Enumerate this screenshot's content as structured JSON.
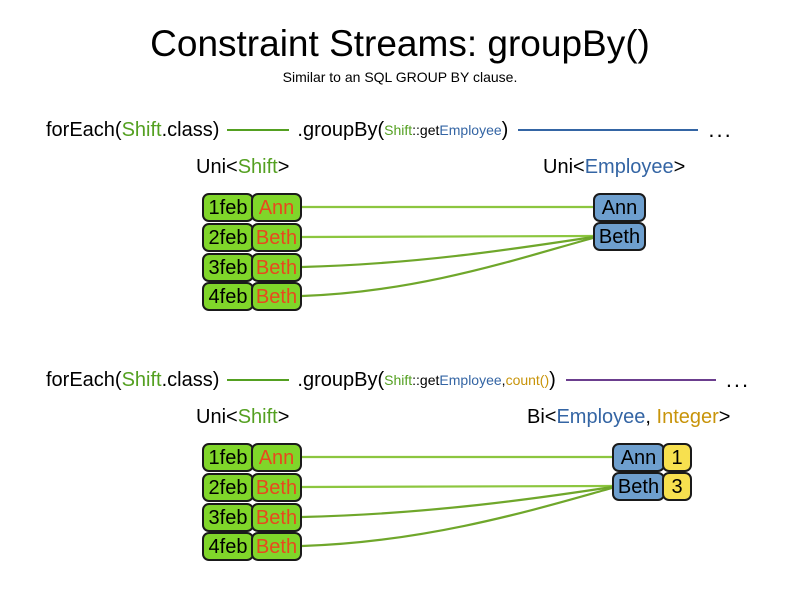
{
  "title": "Constraint Streams: groupBy()",
  "subtitle": "Similar to an SQL GROUP BY clause.",
  "colors": {
    "shift_green": "#54A021",
    "employee_blue": "#3465A4",
    "integer_gold": "#C8940A",
    "box_green": "#80D62A",
    "box_blue": "#6E9FCE",
    "box_yellow": "#F7E04F",
    "name_orange": "#E8491E",
    "link_green": "#6FA72B",
    "link_purple": "#6B3E8E"
  },
  "sections": [
    {
      "id": "groupby-single",
      "pipeline": {
        "for_each_open": "forEach(",
        "for_each_type": "Shift",
        "for_each_close": ".class)",
        "group_by_open": ".groupBy(",
        "mapper_type": "Shift",
        "mapper_sep": "::get",
        "mapper_prop": "Employee",
        "group_by_close": ")",
        "ellipsis": "..."
      },
      "left_label": {
        "prefix": "Uni<",
        "type": "Shift",
        "suffix": ">"
      },
      "right_label": {
        "prefix": "Uni<",
        "type": "Employee",
        "suffix": ">"
      },
      "left_rows": [
        {
          "date": "1feb",
          "name": "Ann"
        },
        {
          "date": "2feb",
          "name": "Beth"
        },
        {
          "date": "3feb",
          "name": "Beth"
        },
        {
          "date": "4feb",
          "name": "Beth"
        }
      ],
      "right_rows": [
        {
          "name": "Ann"
        },
        {
          "name": "Beth"
        }
      ]
    },
    {
      "id": "groupby-count",
      "pipeline": {
        "for_each_open": "forEach(",
        "for_each_type": "Shift",
        "for_each_close": ".class)",
        "group_by_open": ".groupBy(",
        "mapper_type": "Shift",
        "mapper_sep": "::get",
        "mapper_prop": "Employee",
        "mapper_comma": ", ",
        "collector": "count()",
        "group_by_close": ")",
        "ellipsis": "..."
      },
      "left_label": {
        "prefix": "Uni<",
        "type": "Shift",
        "suffix": ">"
      },
      "right_label": {
        "prefix": "Bi<",
        "type": "Employee",
        "sep": ", ",
        "type2": "Integer",
        "suffix": ">"
      },
      "left_rows": [
        {
          "date": "1feb",
          "name": "Ann"
        },
        {
          "date": "2feb",
          "name": "Beth"
        },
        {
          "date": "3feb",
          "name": "Beth"
        },
        {
          "date": "4feb",
          "name": "Beth"
        }
      ],
      "right_rows": [
        {
          "name": "Ann",
          "count": "1"
        },
        {
          "name": "Beth",
          "count": "3"
        }
      ]
    }
  ]
}
